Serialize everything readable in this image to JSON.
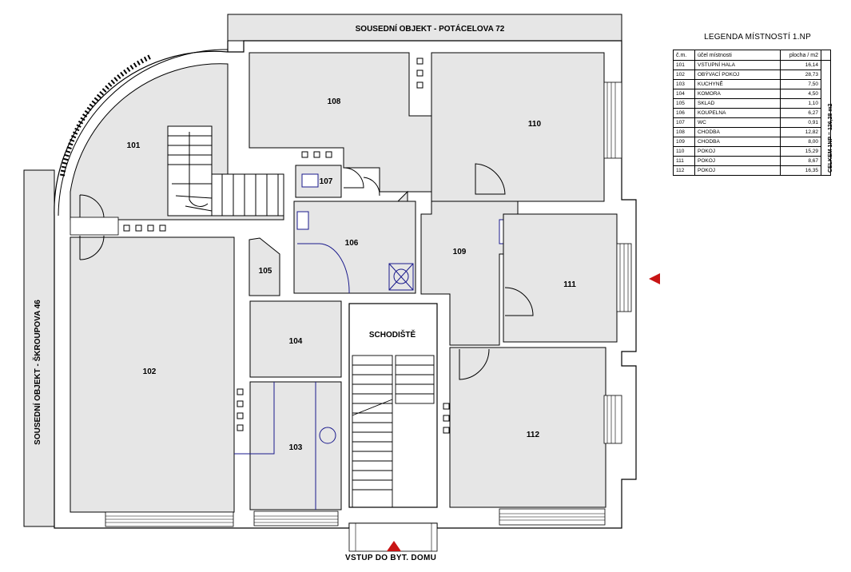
{
  "labels": {
    "neighbor_top": "SOUSEDNÍ OBJEKT  -  POTÁCELOVA 72",
    "neighbor_left": "SOUSEDNÍ OBJEKT  -  ŠKROUPOVA 46",
    "staircase": "SCHODIŠTĚ",
    "entrance": "VSTUP DO BYT. DOMU"
  },
  "rooms": {
    "r101": "101",
    "r102": "102",
    "r103": "103",
    "r104": "104",
    "r105": "105",
    "r106": "106",
    "r107": "107",
    "r108": "108",
    "r109": "109",
    "r110": "110",
    "r111": "111",
    "r112": "112"
  },
  "legend": {
    "title": "LEGENDA MÍSTNOSTÍ  1.NP",
    "headers": {
      "cm": "č.m.",
      "purpose": "účel místnosti",
      "area": "plocha  /  m2"
    },
    "rows": [
      {
        "cm": "101",
        "purpose": "VSTUPNÍ HALA",
        "area": "16,14"
      },
      {
        "cm": "102",
        "purpose": "OBÝVACÍ POKOJ",
        "area": "28,73"
      },
      {
        "cm": "103",
        "purpose": "KUCHYNĚ",
        "area": "7,50"
      },
      {
        "cm": "104",
        "purpose": "KOMORA",
        "area": "4,50"
      },
      {
        "cm": "105",
        "purpose": "SKLAD",
        "area": "1,10"
      },
      {
        "cm": "106",
        "purpose": "KOUPELNA",
        "area": "6,27"
      },
      {
        "cm": "107",
        "purpose": "WC",
        "area": "0,91"
      },
      {
        "cm": "108",
        "purpose": "CHODBA",
        "area": "12,82"
      },
      {
        "cm": "109",
        "purpose": "CHODBA",
        "area": "8,00"
      },
      {
        "cm": "110",
        "purpose": "POKOJ",
        "area": "15,29"
      },
      {
        "cm": "111",
        "purpose": "POKOJ",
        "area": "8,67"
      },
      {
        "cm": "112",
        "purpose": "POKOJ",
        "area": "16,35"
      }
    ],
    "total": "CELKEM 1NP =  126,28 m2"
  },
  "colors": {
    "room_fill": "#e6e6e6",
    "wall_line": "#000000",
    "fixture": "#1a1a8c",
    "arrow": "#c81414"
  }
}
